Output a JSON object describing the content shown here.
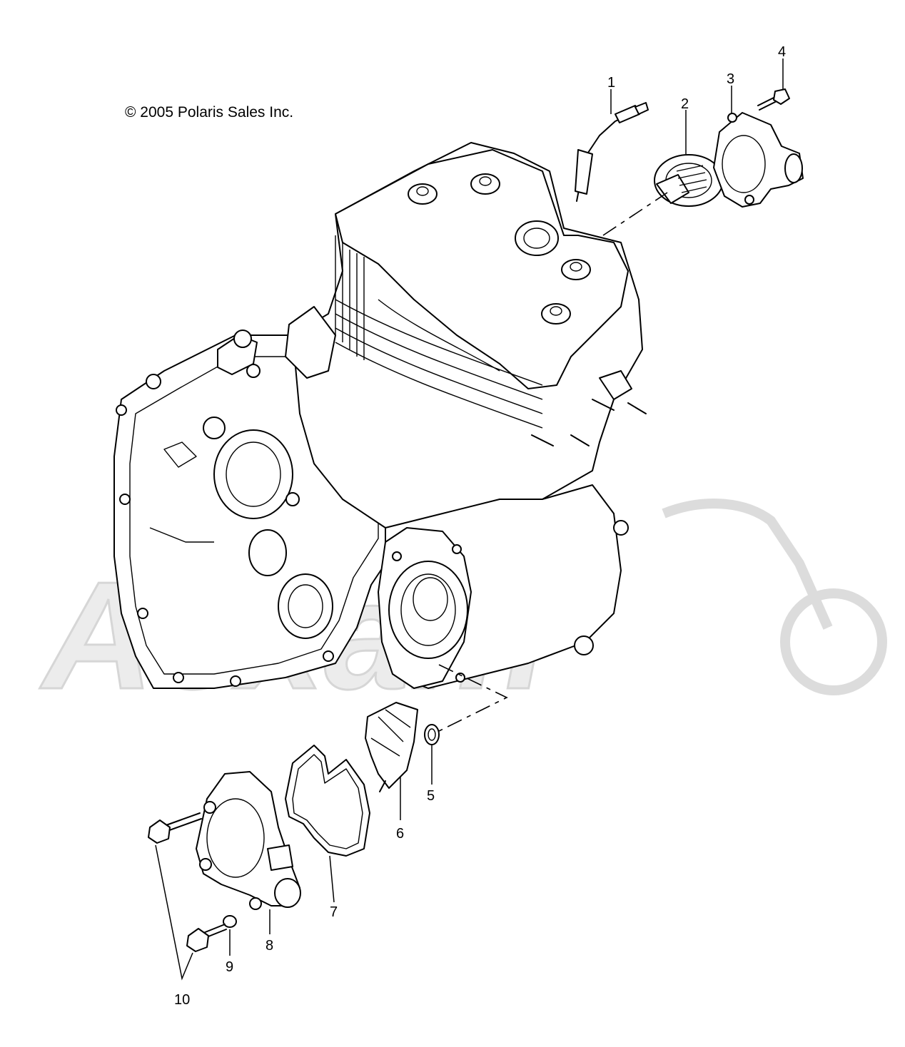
{
  "copyright": "© 2005 Polaris Sales Inc.",
  "watermark": "Aexam",
  "callouts": [
    {
      "id": "1",
      "label": "1"
    },
    {
      "id": "2",
      "label": "2"
    },
    {
      "id": "3",
      "label": "3"
    },
    {
      "id": "4",
      "label": "4"
    },
    {
      "id": "5",
      "label": "5"
    },
    {
      "id": "6",
      "label": "6"
    },
    {
      "id": "7",
      "label": "7"
    },
    {
      "id": "8",
      "label": "8"
    },
    {
      "id": "9",
      "label": "9"
    },
    {
      "id": "10",
      "label": "10"
    }
  ],
  "colors": {
    "line": "#000000",
    "background": "#ffffff",
    "watermark": "#ececec"
  }
}
